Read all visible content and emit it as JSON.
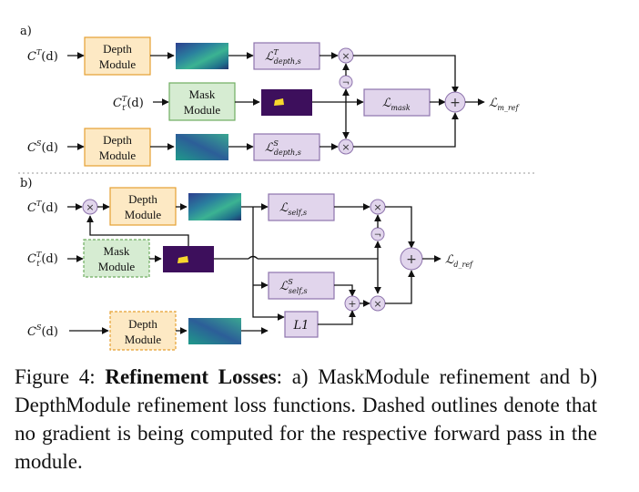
{
  "figure": {
    "panel_a_label": "a)",
    "panel_b_label": "b)",
    "inputs": {
      "ct_base": "C",
      "ct_sup": "T",
      "ct_arg": "(d)",
      "ctp_base": "C",
      "ctp_sup": "T",
      "ctp_sub": "t′",
      "ctp_arg": "(d)",
      "cs_base": "C",
      "cs_sup": "S",
      "cs_arg": "(d)"
    },
    "modules": {
      "depth_line1": "Depth",
      "depth_line2": "Module",
      "mask_line1": "Mask",
      "mask_line2": "Module"
    },
    "losses": {
      "script_l": "ℒ",
      "depth_s_T_sup": "T",
      "depth_s_T_sub": "depth,s",
      "depth_s_S_sup": "S",
      "depth_s_S_sub": "depth,s",
      "mask_sub": "mask",
      "m_ref_sub": "m_ref",
      "self_s_sub": "self,s",
      "self_s_S_sup": "S",
      "self_s_S_sub": "self,s",
      "l1": "L1",
      "d_ref_sub": "d_ref"
    },
    "ops": {
      "times": "×",
      "plus": "+",
      "neg": "¬"
    },
    "colors": {
      "depth_fill": "#fde9c4",
      "depth_stroke": "#e5a032",
      "mask_fill": "#d6ecd2",
      "mask_stroke": "#70ad62",
      "loss_fill": "#e1d5ec",
      "loss_stroke": "#8e74ad",
      "op_fill": "#e1d5ec",
      "mask_img": "#3d0f5c",
      "mask_blob": "#f7d82d"
    }
  },
  "caption": {
    "fig_label": "Figure 4:",
    "title": "Refinement Losses",
    "rest": ": a) MaskModule refinement and b) DepthModule refinement loss functions. Dashed outlines denote that no gradient is being computed for the respective forward pass in the module."
  }
}
